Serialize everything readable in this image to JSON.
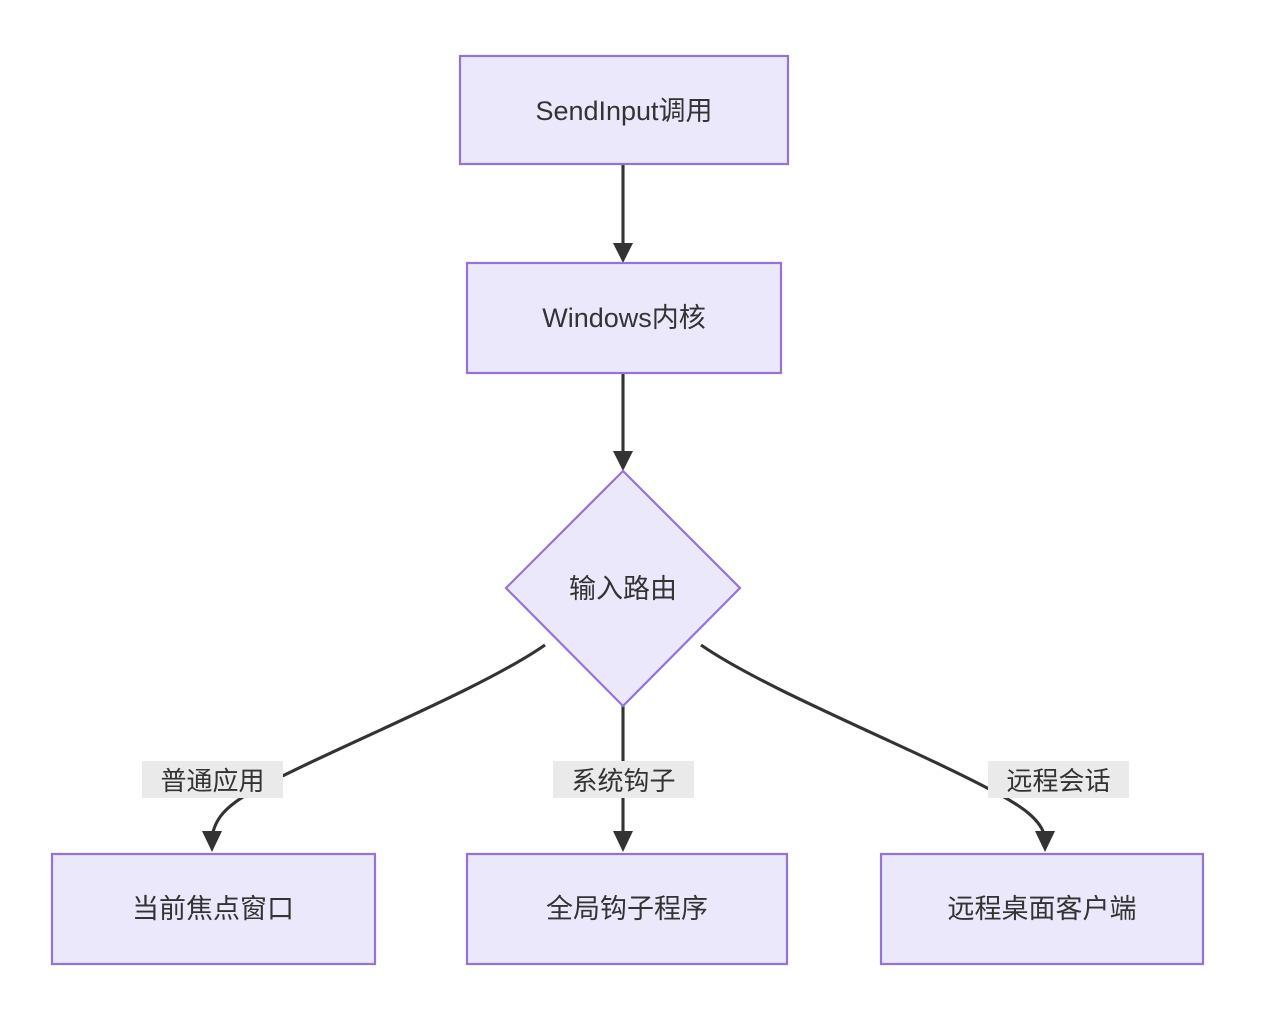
{
  "diagram": {
    "type": "flowchart",
    "direction": "top-down",
    "background_color": "#ffffff",
    "node_fill_color": "#ebe8fc",
    "node_border_color": "#9671d8",
    "edge_color": "#333333",
    "edge_label_background": "#eaeaea",
    "text_color": "#333333",
    "nodes": [
      {
        "id": "sendinput",
        "label": "SendInput调用",
        "shape": "rect"
      },
      {
        "id": "kernel",
        "label": "Windows内核",
        "shape": "rect"
      },
      {
        "id": "router",
        "label": "输入路由",
        "shape": "diamond"
      },
      {
        "id": "focus_window",
        "label": "当前焦点窗口",
        "shape": "rect"
      },
      {
        "id": "hook_program",
        "label": "全局钩子程序",
        "shape": "rect"
      },
      {
        "id": "rdp_client",
        "label": "远程桌面客户端",
        "shape": "rect"
      }
    ],
    "edges": [
      {
        "from": "sendinput",
        "to": "kernel",
        "label": ""
      },
      {
        "from": "kernel",
        "to": "router",
        "label": ""
      },
      {
        "from": "router",
        "to": "focus_window",
        "label": "普通应用"
      },
      {
        "from": "router",
        "to": "hook_program",
        "label": "系统钩子"
      },
      {
        "from": "router",
        "to": "rdp_client",
        "label": "远程会话"
      }
    ]
  }
}
